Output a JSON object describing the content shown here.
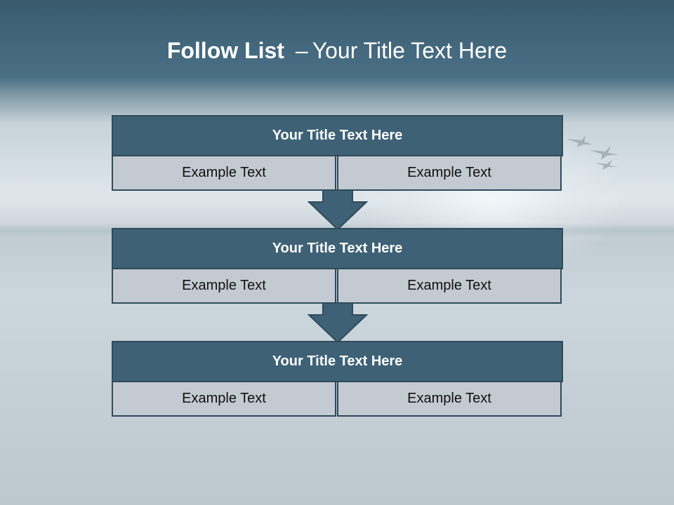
{
  "slide": {
    "title_bold": "Follow List",
    "title_separator": "–",
    "title_rest": "Your Title Text Here"
  },
  "blocks": [
    {
      "title": "Your Title Text Here",
      "left": "Example Text",
      "right": "Example Text"
    },
    {
      "title": "Your Title Text Here",
      "left": "Example Text",
      "right": "Example Text"
    },
    {
      "title": "Your Title Text Here",
      "left": "Example Text",
      "right": "Example Text"
    }
  ],
  "colors": {
    "header_fill": "#3e6175",
    "border": "#2f4b5b",
    "cell_fill": "#c3cad1",
    "arrow_fill": "#3e6175"
  },
  "icons": [
    "down-arrow-icon",
    "birds-icon"
  ]
}
